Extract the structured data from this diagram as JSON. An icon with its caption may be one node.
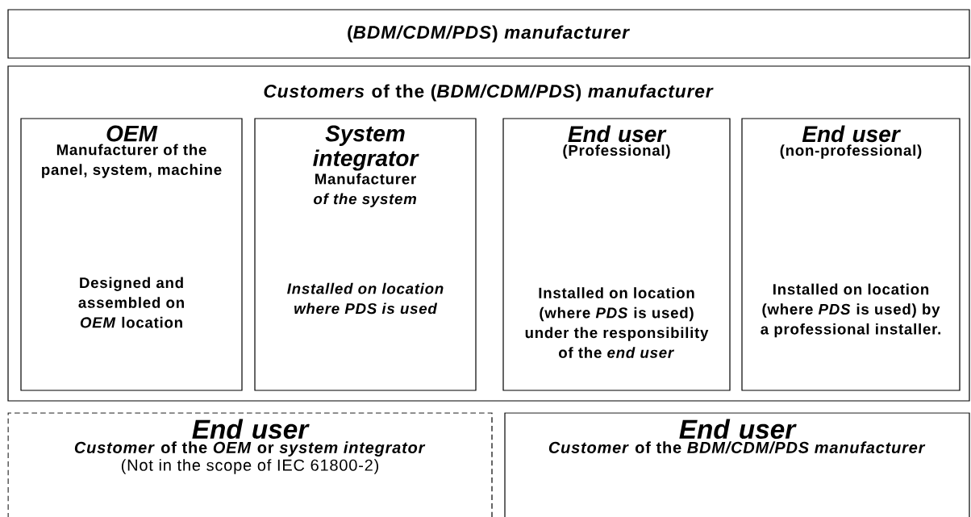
{
  "diagram": {
    "nodes": [
      {
        "text": [
          "(*BDM/CDM/PDS*) *manufacturer*"
        ]
      },
      {
        "text": [
          "*Customers* of the (*BDM/CDM/PDS*) *manufacturer*"
        ]
      },
      {
        "text": [
          "OEM",
          "Manufacturer of the panel, system, machine",
          "Designed and assembled on *OEM* location"
        ],
        "in": 1
      },
      {
        "text": [
          "System integrator",
          "Manufacturer *of the system*",
          "Installed on location where PDS is used"
        ],
        "in": 1
      },
      {
        "text": [
          "End user",
          "(Professional)",
          "Installed on location (where *PDS* is used) under the responsibility of the *end user*"
        ],
        "in": 1
      },
      {
        "text": [
          "End user",
          "(non-professional)",
          "Installed on location (where *PDS* is used) by a professional installer."
        ],
        "in": 1
      },
      {
        "text": [
          "End user",
          "*Customer* of the *OEM* or *system integrator*",
          "(Not in the scope of IEC 61800-2)"
        ]
      },
      {
        "text": [
          "End user",
          "*Customer* of the *BDM/CDM/PDS manufacturer*"
        ]
      }
    ]
  }
}
